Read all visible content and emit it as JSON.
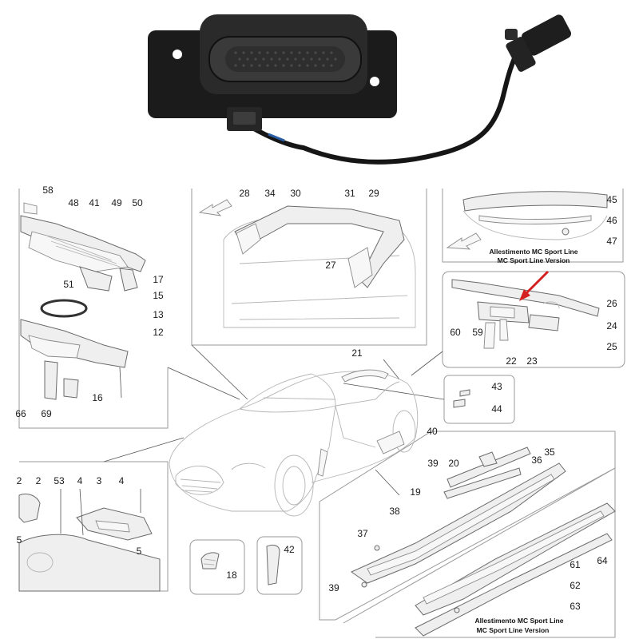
{
  "callouts": {
    "windscreen_panel": [
      "58",
      "48",
      "41",
      "49",
      "50",
      "51",
      "17",
      "15",
      "13",
      "12",
      "66",
      "69",
      "16"
    ],
    "boot_view": [
      "28",
      "34",
      "30",
      "31",
      "29",
      "27"
    ],
    "spoiler_view": [
      "45",
      "46",
      "47"
    ],
    "light_bar_view": [
      "26",
      "60",
      "59",
      "22",
      "23",
      "24",
      "25"
    ],
    "center": [
      "21",
      "43",
      "44",
      "40"
    ],
    "front_panel": [
      "2",
      "2",
      "53",
      "4",
      "3",
      "4",
      "5",
      "5"
    ],
    "small_parts": [
      "18",
      "42"
    ],
    "sill_panel": [
      "35",
      "36",
      "39",
      "20",
      "19",
      "38",
      "37",
      "39",
      "61",
      "62",
      "63",
      "64"
    ]
  },
  "captions": {
    "spoiler_it": "Allestimento MC Sport Line",
    "spoiler_en": "MC Sport Line Version",
    "sill_it": "Allestimento MC Sport Line",
    "sill_en": "MC Sport Line Version"
  },
  "colors": {
    "switch_body": "#1c1c1c",
    "highlight_arrow": "#d42020",
    "wire_accent": "#2a5fa8"
  }
}
